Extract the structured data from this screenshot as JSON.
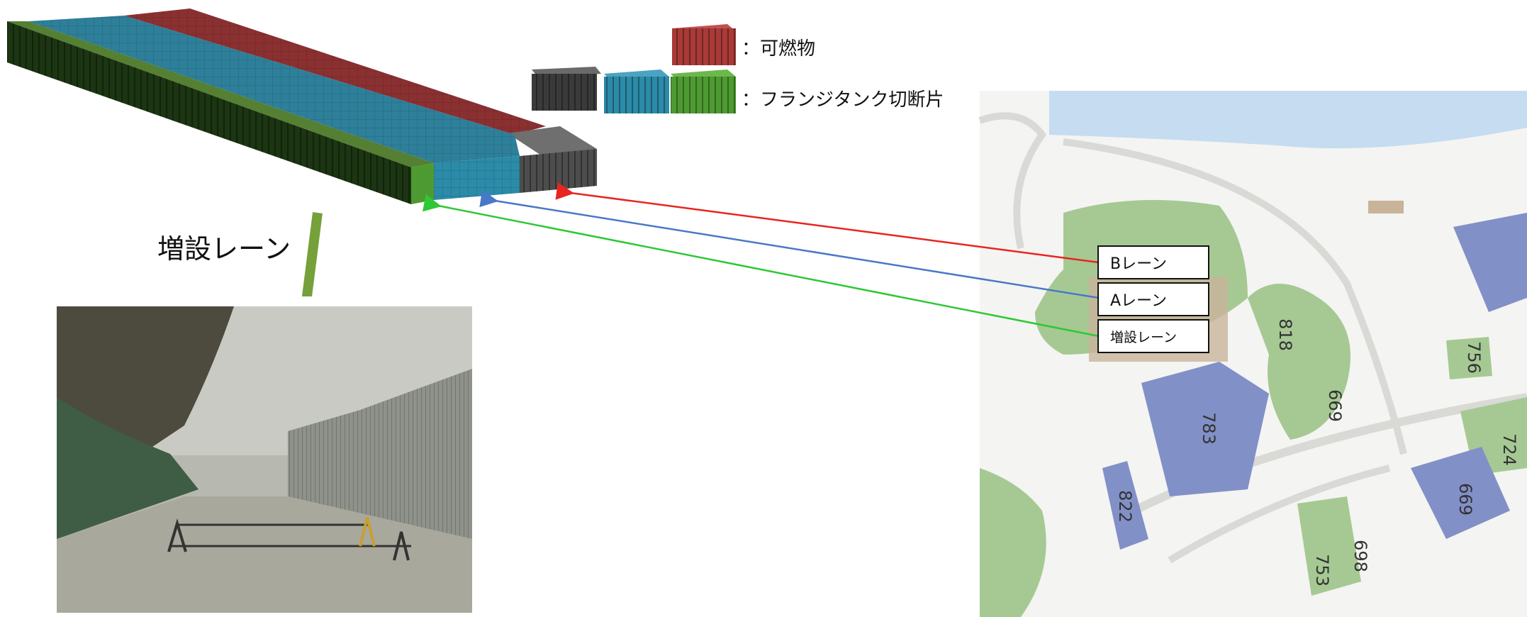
{
  "legend": {
    "combustible": "：可燃物",
    "flange_tank": "：フランジタンク切断片"
  },
  "annotation": {
    "expansion_lane": "増設レーン"
  },
  "lanes": {
    "b_lane": "Bレーン",
    "a_lane": "Aレーン",
    "expansion_lane": "増設レーン"
  },
  "map_labels": {
    "label_1": "818",
    "label_2": "783",
    "label_3": "669",
    "label_4": "822",
    "label_5": "698",
    "label_6": "753",
    "label_7": "669",
    "label_8": "756",
    "label_9": "724"
  },
  "colors": {
    "combustible": "#a83a38",
    "flange_gray": "#3a3a3a",
    "flange_teal": "#2b8ba8",
    "flange_green": "#4e9a32",
    "arrow_b": "#e8251f",
    "arrow_a": "#4a78c8",
    "arrow_exp": "#2ec835",
    "down_arrow": "#76a03a",
    "map_green": "#a6c994",
    "map_blue": "#8290c8",
    "map_water": "#c5dcf1"
  }
}
